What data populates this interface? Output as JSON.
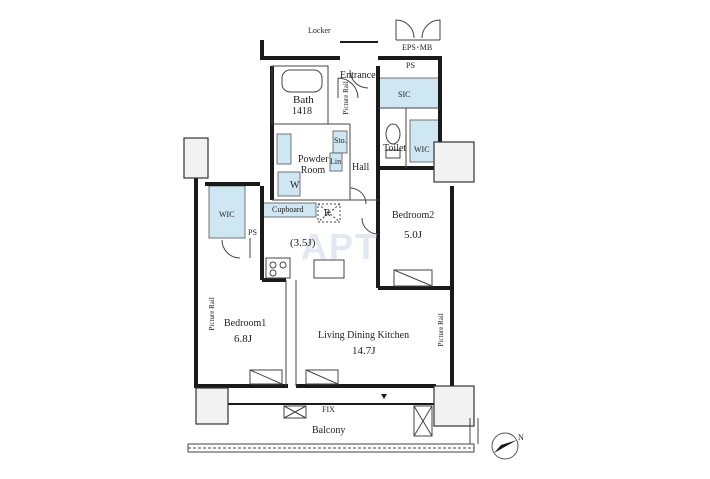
{
  "colors": {
    "wall": "#1a1a1a",
    "storage": "#cfe7f3",
    "line": "#555555"
  },
  "labels": {
    "locker": "Locker",
    "eps_mb": "EPS･MB",
    "ps_top": "PS",
    "entrance": "Entrance",
    "sic": "SIC",
    "bath": "Bath",
    "bath_size": "1418",
    "picture_rail_entrance": "Picture Rail",
    "sto": "Sto.",
    "lin": "Lin",
    "powder_room": "Powder Room",
    "w": "W",
    "hall": "Hall",
    "toilet": "Toilet",
    "wic_right": "WIC",
    "wic_left": "WIC",
    "cupboard": "Cupboard",
    "r": "R",
    "ps_left": "PS",
    "kitchen_area": "(3.5J)",
    "bedroom2": "Bedroom2",
    "bedroom2_area": "5.0J",
    "bedroom1": "Bedroom1",
    "bedroom1_area": "6.8J",
    "ldk": "Living Dining Kitchen",
    "ldk_area": "14.7J",
    "picture_rail_left": "Picture Rail",
    "picture_rail_right": "Picture Rail",
    "fix": "FIX",
    "balcony": "Balcony",
    "compass_n": "N",
    "watermark": "APT"
  }
}
